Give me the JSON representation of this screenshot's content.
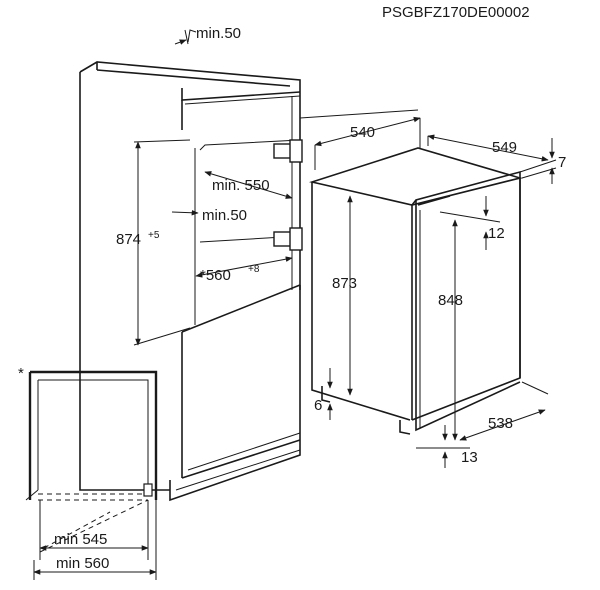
{
  "code": "PSGBFZ170DE00002",
  "dims": {
    "top_gap": "min.50",
    "width_540": "540",
    "width_549": "549",
    "depth_7": "7",
    "niche_depth": "min. 550",
    "niche_height": "874",
    "niche_height_tol": "+5",
    "gap_50": "min.50",
    "niche_width": "*560",
    "niche_width_tol": "+8",
    "height_873": "873",
    "height_848": "848",
    "door_gap_12": "12",
    "bottom_6": "6",
    "depth_538": "538",
    "bottom_13": "13",
    "asterisk": "*",
    "min_545": "min 545",
    "min_560": "min 560"
  }
}
